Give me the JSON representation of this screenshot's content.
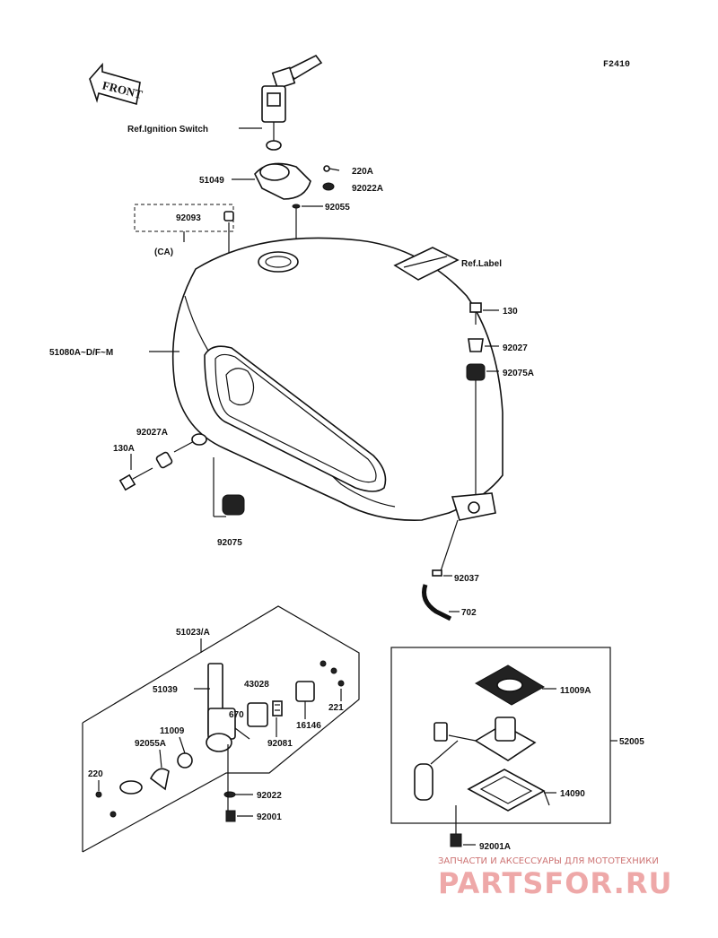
{
  "figure_code": "F2410",
  "front_label": "FRONT",
  "ref_labels": {
    "ignition_switch": "Ref.Ignition Switch",
    "label": "Ref.Label"
  },
  "parts": {
    "p51049": "51049",
    "p220a": "220A",
    "p92022a": "92022A",
    "p92055": "92055",
    "p92093": "92093",
    "ca": "(CA)",
    "p51080": "51080A~D/F~M",
    "p130": "130",
    "p92027": "92027",
    "p92075a": "92075A",
    "p92027a": "92027A",
    "p130a": "130A",
    "p92075": "92075",
    "p92037": "92037",
    "p702": "702",
    "p51023": "51023/A",
    "p51039": "51039",
    "p43028": "43028",
    "p670": "670",
    "p221": "221",
    "p16146": "16146",
    "p11009": "11009",
    "p92055a": "92055A",
    "p92081": "92081",
    "p220": "220",
    "p92022": "92022",
    "p92001": "92001",
    "p11009a": "11009A",
    "p52005": "52005",
    "p14090": "14090",
    "p92001a": "92001A"
  },
  "watermark": {
    "tagline": "ЗАПЧАСТИ И АКСЕССУАРЫ ДЛЯ МОТОТЕХНИКИ",
    "brand": "PARTSFOR.RU"
  }
}
